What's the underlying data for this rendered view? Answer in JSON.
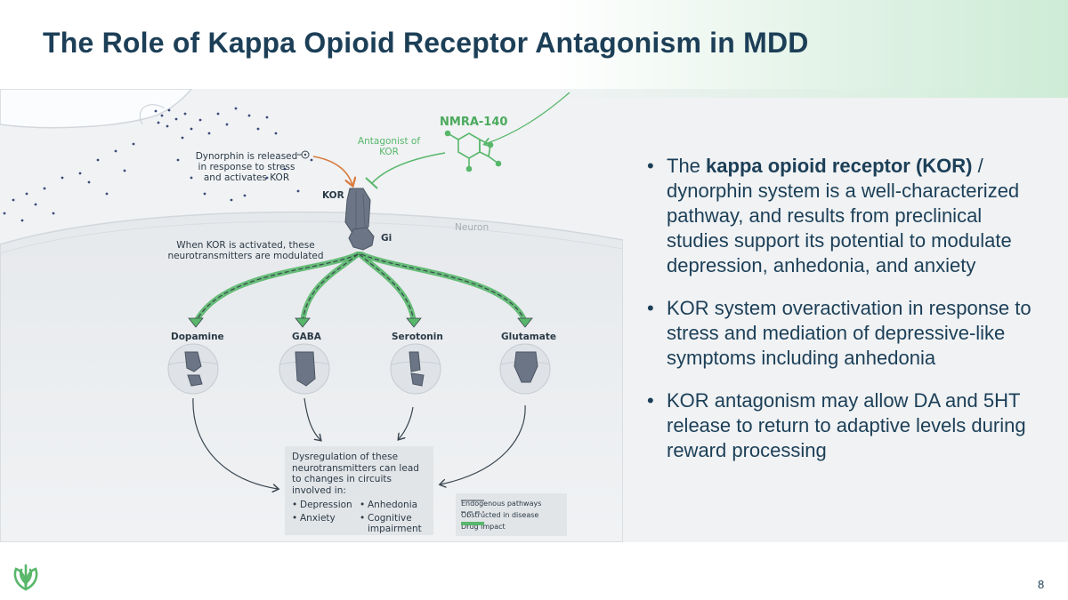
{
  "slide": {
    "title": "The Role of Kappa Opioid Receptor Antagonism in MDD",
    "page_number": "8"
  },
  "diagram": {
    "drug_label": "NMRA-140",
    "antagonist_label": "Antagonist of KOR",
    "dynorphin_note": "Dynorphin is released in response to stress and activates KOR",
    "kor_label": "KOR",
    "gi_label": "Gi",
    "neuron_label": "Neuron",
    "modulation_note": "When KOR is activated, these neurotransmitters are modulated",
    "neurotransmitters": [
      "Dopamine",
      "GABA",
      "Serotonin",
      "Glutamate"
    ],
    "dysregulation_intro": "Dysregulation of these neurotransmitters can lead to changes in circuits involved in:",
    "conditions": [
      "Depression",
      "Anhedonia",
      "Anxiety",
      "Cognitive impairment"
    ],
    "legend": [
      {
        "label": "Endogenous pathways",
        "style": "solid"
      },
      {
        "label": "Obstructed in disease",
        "style": "dashed"
      },
      {
        "label": "Drug impact",
        "style": "thick-green"
      }
    ]
  },
  "bullets": [
    {
      "pre": "The ",
      "bold": "kappa opioid receptor (KOR)",
      "post": " / dynorphin system is a well-characterized pathway, and results from preclinical studies support its potential to modulate depression, anhedonia, and anxiety"
    },
    {
      "pre": "KOR system overactivation in response to stress and mediation of depressive-like symptoms including anhedonia",
      "bold": "",
      "post": ""
    },
    {
      "pre": "KOR antagonism may allow DA and 5HT release to return to adaptive levels during reward processing",
      "bold": "",
      "post": ""
    }
  ],
  "colors": {
    "title": "#1c3f57",
    "accent_green": "#58b76a",
    "receptor": "#6b7585",
    "background_band": "#f0f2f4"
  },
  "icons": [
    "company-logo-icon",
    "molecule-icon",
    "receptor-icon"
  ]
}
